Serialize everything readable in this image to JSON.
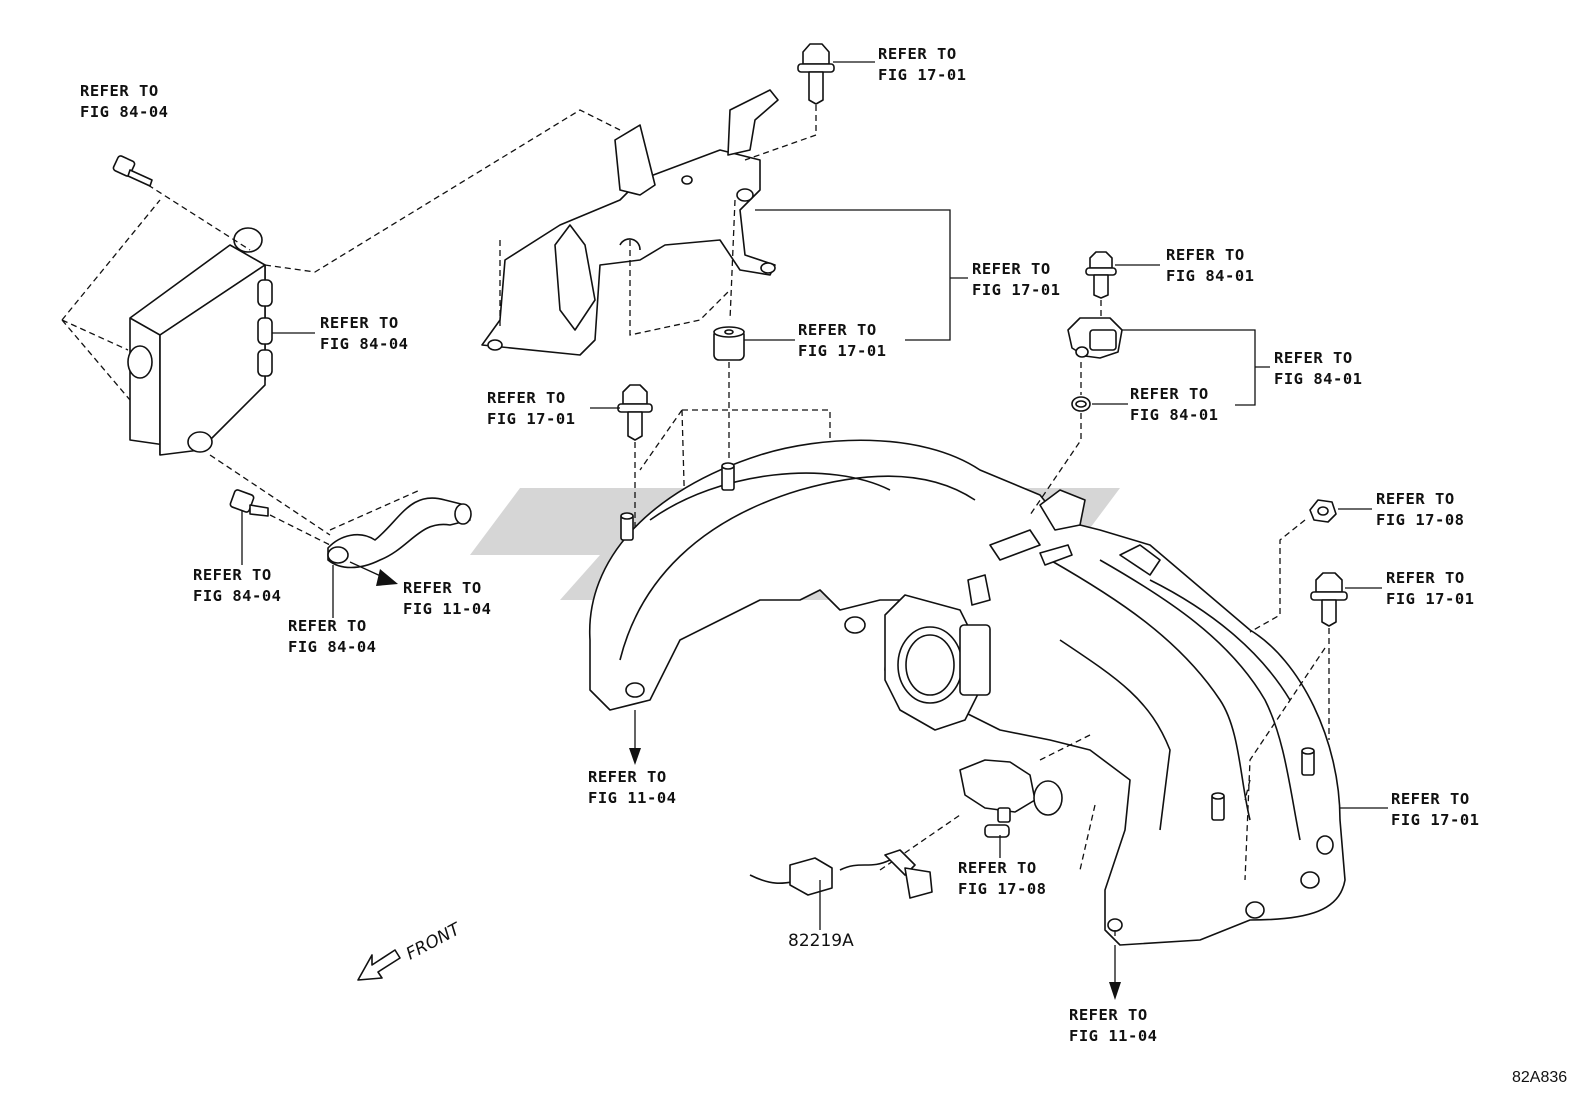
{
  "refs": [
    {
      "id": "ecu-bolt",
      "line1": "REFER TO",
      "line2": "FIG 84-04"
    },
    {
      "id": "ecu-module",
      "line1": "REFER TO",
      "line2": "FIG 84-04"
    },
    {
      "id": "bracket-bolt-top",
      "line1": "REFER TO",
      "line2": "FIG 17-01"
    },
    {
      "id": "bracket",
      "line1": "REFER TO",
      "line2": "FIG 17-01"
    },
    {
      "id": "cushion",
      "line1": "REFER TO",
      "line2": "FIG 17-01"
    },
    {
      "id": "sensor-bolt",
      "line1": "REFER TO",
      "line2": "FIG 84-01"
    },
    {
      "id": "sensor",
      "line1": "REFER TO",
      "line2": "FIG 84-01"
    },
    {
      "id": "o-ring",
      "line1": "REFER TO",
      "line2": "FIG 84-01"
    },
    {
      "id": "manifold-bolt",
      "line1": "REFER TO",
      "line2": "FIG 17-01"
    },
    {
      "id": "hose-bolt",
      "line1": "REFER TO",
      "line2": "FIG 84-04"
    },
    {
      "id": "hose-clip",
      "line1": "REFER TO",
      "line2": "FIG 84-04"
    },
    {
      "id": "hose-arrow",
      "line1": "REFER TO",
      "line2": "FIG 11-04"
    },
    {
      "id": "nut",
      "line1": "REFER TO",
      "line2": "FIG 17-08"
    },
    {
      "id": "stud-bolt",
      "line1": "REFER TO",
      "line2": "FIG 17-01"
    },
    {
      "id": "manifold-left",
      "line1": "REFER TO",
      "line2": "FIG 11-04"
    },
    {
      "id": "manifold-right",
      "line1": "REFER TO",
      "line2": "FIG 17-01"
    },
    {
      "id": "solenoid",
      "line1": "REFER TO",
      "line2": "FIG 17-08"
    },
    {
      "id": "manifold-bottom",
      "line1": "REFER TO",
      "line2": "FIG 11-04"
    }
  ],
  "part_number": "82219A",
  "front_label": "FRONT",
  "figure_code": "82A836"
}
